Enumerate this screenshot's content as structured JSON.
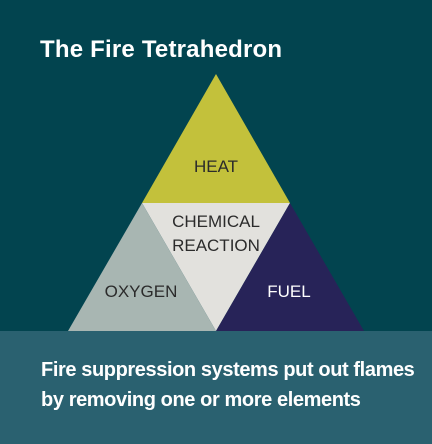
{
  "title": "The Fire Tetrahedron",
  "diagram": {
    "top": {
      "label": "HEAT",
      "color": "#c3c13b"
    },
    "center": {
      "line1": "CHEMICAL",
      "line2": "REACTION",
      "color": "#e2e1dd"
    },
    "left": {
      "label": "OXYGEN",
      "color": "#a8b6b2"
    },
    "right": {
      "label": "FUEL",
      "color": "#272358"
    }
  },
  "caption": "Fire suppression systems put out flames by removing one or more elements",
  "colors": {
    "background": "#02444f",
    "banner": "#2a6170",
    "dark_text": "#2b2b2b",
    "light_text": "#ffffff"
  }
}
